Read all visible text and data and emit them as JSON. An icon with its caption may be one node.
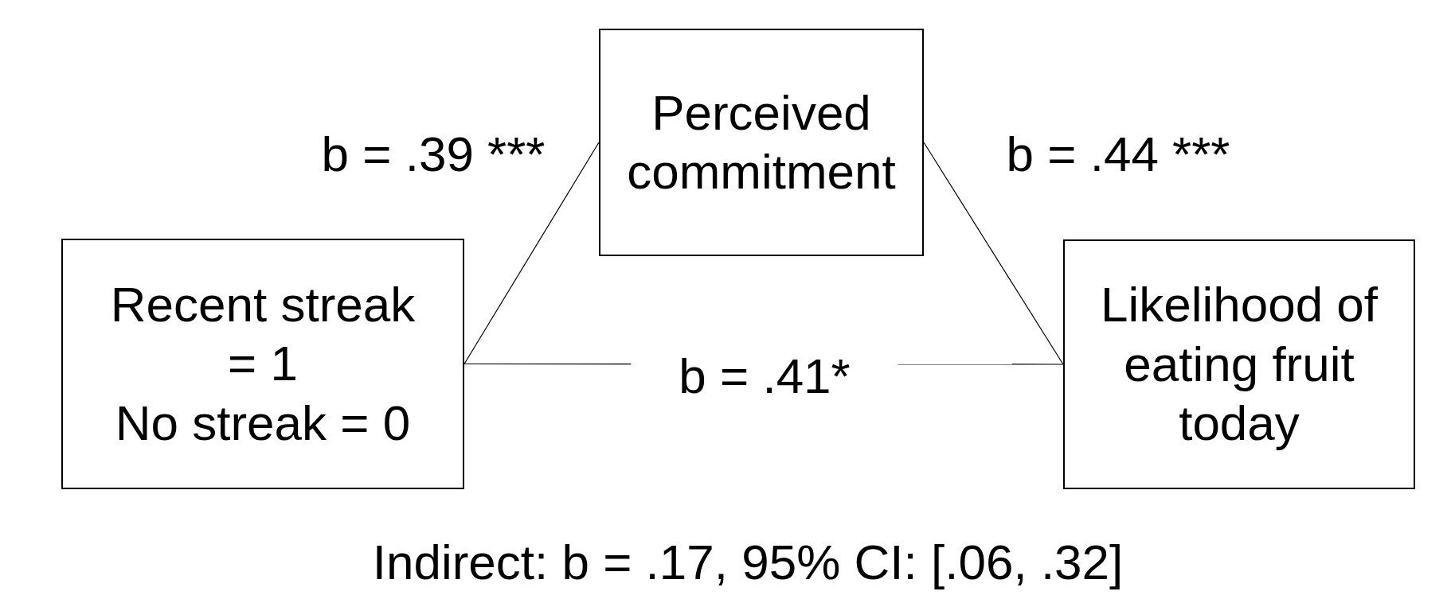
{
  "diagram": {
    "caption": "Indirect: b = .17, 95% CI: [.06, .32]",
    "nodes": [
      {
        "text": [
          "Recent streak = 1",
          "No streak = 0"
        ]
      },
      {
        "text": [
          "Perceived commitment"
        ]
      },
      {
        "text": [
          "Likelihood of eating fruit today"
        ]
      }
    ],
    "edges": [
      {
        "from": 0,
        "to": 1,
        "arrow": "none",
        "label": "b = .39 ***"
      },
      {
        "from": 1,
        "to": 2,
        "arrow": "none",
        "label": "b = .44 ***"
      },
      {
        "from": 0,
        "to": 2,
        "arrow": "none",
        "label": "b = .41*"
      }
    ]
  }
}
